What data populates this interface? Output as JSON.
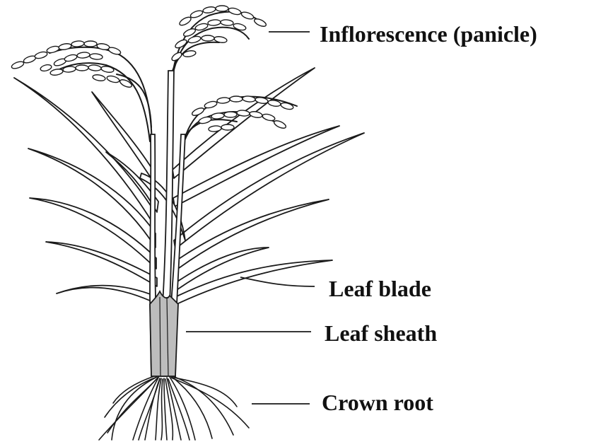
{
  "labels": {
    "inflorescence": "Inflorescence (panicle)",
    "leaf_blade": "Leaf blade",
    "leaf_sheath": "Leaf sheath",
    "crown_root": "Crown root"
  },
  "colors": {
    "outline": "#1a1a1a",
    "fill": "#ffffff",
    "stem_shade": "#bdbdbd",
    "text": "#111111"
  }
}
